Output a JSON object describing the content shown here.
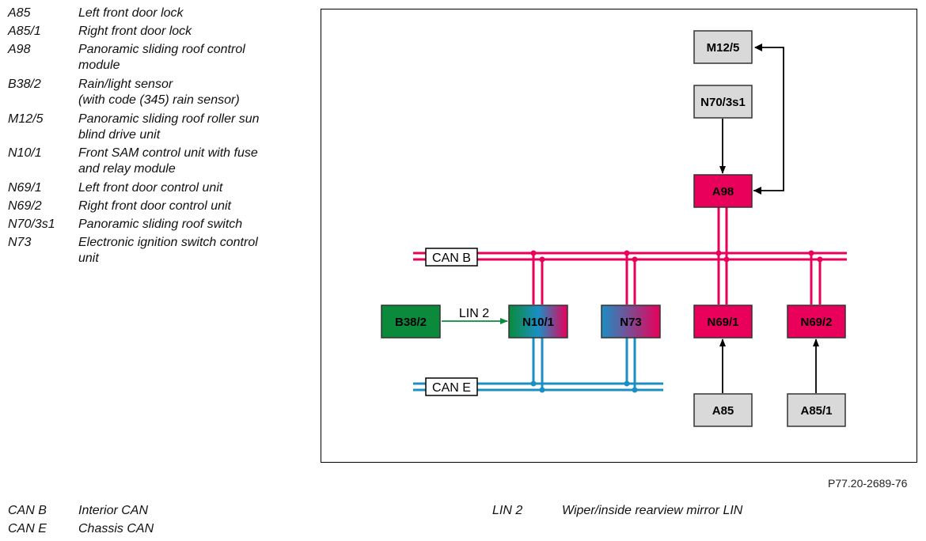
{
  "legend": [
    {
      "code": "A85",
      "lines": [
        "Left front door lock"
      ]
    },
    {
      "code": "A85/1",
      "lines": [
        "Right front door lock"
      ]
    },
    {
      "code": "A98",
      "lines": [
        "Panoramic sliding roof control",
        "module"
      ]
    },
    {
      "code": "B38/2",
      "lines": [
        "Rain/light sensor",
        "(with code (345) rain sensor)"
      ]
    },
    {
      "code": "M12/5",
      "lines": [
        "Panoramic sliding roof roller sun",
        "blind drive unit"
      ]
    },
    {
      "code": "N10/1",
      "lines": [
        "Front SAM control unit with fuse",
        "and relay module"
      ]
    },
    {
      "code": "N69/1",
      "lines": [
        "Left front door control unit"
      ]
    },
    {
      "code": "N69/2",
      "lines": [
        "Right front door control unit"
      ]
    },
    {
      "code": "N70/3s1",
      "lines": [
        "Panoramic sliding roof switch"
      ]
    },
    {
      "code": "N73",
      "lines": [
        "Electronic ignition switch control",
        "unit"
      ]
    }
  ],
  "bottom_legend": [
    {
      "code": "CAN B",
      "desc": "Interior CAN"
    },
    {
      "code": "CAN E",
      "desc": "Chassis CAN"
    },
    {
      "code": "LIN 2",
      "desc": "Wiper/inside rearview mirror LIN"
    }
  ],
  "figure_id": "P77.20-2689-76",
  "diagram": {
    "boxes": [
      {
        "id": "M12/5",
        "label": "M12/5",
        "style": "gray"
      },
      {
        "id": "N70/3s1",
        "label": "N70/3s1",
        "style": "gray"
      },
      {
        "id": "A98",
        "label": "A98",
        "style": "pink"
      },
      {
        "id": "B38/2",
        "label": "B38/2",
        "style": "green"
      },
      {
        "id": "N10/1",
        "label": "N10/1",
        "style": "grad-green-pink"
      },
      {
        "id": "N73",
        "label": "N73",
        "style": "grad-blue-pink"
      },
      {
        "id": "N69/1",
        "label": "N69/1",
        "style": "pink"
      },
      {
        "id": "N69/2",
        "label": "N69/2",
        "style": "pink"
      },
      {
        "id": "A85",
        "label": "A85",
        "style": "gray"
      },
      {
        "id": "A85/1",
        "label": "A85/1",
        "style": "gray"
      }
    ],
    "buses": [
      {
        "id": "can-b",
        "label": "CAN B",
        "color": "#e8005a"
      },
      {
        "id": "can-e",
        "label": "CAN E",
        "color": "#1b8fc4"
      }
    ],
    "lin_label": "LIN 2",
    "colors": {
      "pink": "#e8005a",
      "blue": "#1b8fc4",
      "green": "#0a8a3a",
      "gray": "#d9d9d9",
      "lin": "#0a8a3a"
    }
  }
}
